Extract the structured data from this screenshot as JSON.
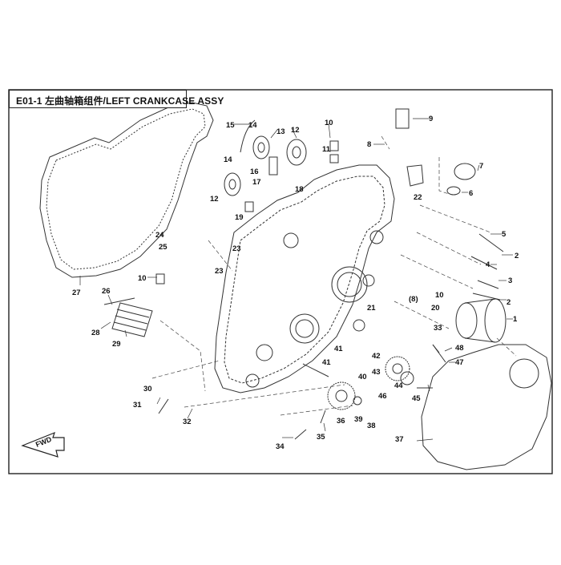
{
  "title": "E01-1 左曲轴箱组件/LEFT CRANKCASE ASSY",
  "fwd_label": "FWD",
  "callouts": [
    {
      "id": "c1",
      "label": "1"
    },
    {
      "id": "c2a",
      "label": "2"
    },
    {
      "id": "c2b",
      "label": "2"
    },
    {
      "id": "c3",
      "label": "3"
    },
    {
      "id": "c4",
      "label": "4"
    },
    {
      "id": "c5",
      "label": "5"
    },
    {
      "id": "c6",
      "label": "6"
    },
    {
      "id": "c7",
      "label": "7"
    },
    {
      "id": "c8",
      "label": "8"
    },
    {
      "id": "c9",
      "label": "9"
    },
    {
      "id": "c10a",
      "label": "10"
    },
    {
      "id": "c10b",
      "label": "10"
    },
    {
      "id": "c10c",
      "label": "10"
    },
    {
      "id": "c11",
      "label": "11"
    },
    {
      "id": "c12a",
      "label": "12"
    },
    {
      "id": "c12b",
      "label": "12"
    },
    {
      "id": "c13",
      "label": "13"
    },
    {
      "id": "c14a",
      "label": "14"
    },
    {
      "id": "c14b",
      "label": "14"
    },
    {
      "id": "c15",
      "label": "15"
    },
    {
      "id": "c16",
      "label": "16"
    },
    {
      "id": "c17",
      "label": "17"
    },
    {
      "id": "c18",
      "label": "18"
    },
    {
      "id": "c19",
      "label": "19"
    },
    {
      "id": "c20",
      "label": "20"
    },
    {
      "id": "c21",
      "label": "21"
    },
    {
      "id": "c22",
      "label": "22"
    },
    {
      "id": "c23a",
      "label": "23"
    },
    {
      "id": "c23b",
      "label": "23"
    },
    {
      "id": "c24",
      "label": "24"
    },
    {
      "id": "c25",
      "label": "25"
    },
    {
      "id": "c26",
      "label": "26"
    },
    {
      "id": "c27",
      "label": "27"
    },
    {
      "id": "c28",
      "label": "28"
    },
    {
      "id": "c29",
      "label": "29"
    },
    {
      "id": "c30",
      "label": "30"
    },
    {
      "id": "c31",
      "label": "31"
    },
    {
      "id": "c32",
      "label": "32"
    },
    {
      "id": "c33",
      "label": "33"
    },
    {
      "id": "c34",
      "label": "34"
    },
    {
      "id": "c35",
      "label": "35"
    },
    {
      "id": "c36",
      "label": "36"
    },
    {
      "id": "c37",
      "label": "37"
    },
    {
      "id": "c38",
      "label": "38"
    },
    {
      "id": "c39",
      "label": "39"
    },
    {
      "id": "c40",
      "label": "40"
    },
    {
      "id": "c41a",
      "label": "41"
    },
    {
      "id": "c41b",
      "label": "41"
    },
    {
      "id": "c42",
      "label": "42"
    },
    {
      "id": "c43",
      "label": "43"
    },
    {
      "id": "c44",
      "label": "44"
    },
    {
      "id": "c45",
      "label": "45"
    },
    {
      "id": "c46",
      "label": "46"
    },
    {
      "id": "c47",
      "label": "47"
    },
    {
      "id": "c48",
      "label": "48"
    },
    {
      "id": "c8p",
      "label": "(8)"
    }
  ]
}
